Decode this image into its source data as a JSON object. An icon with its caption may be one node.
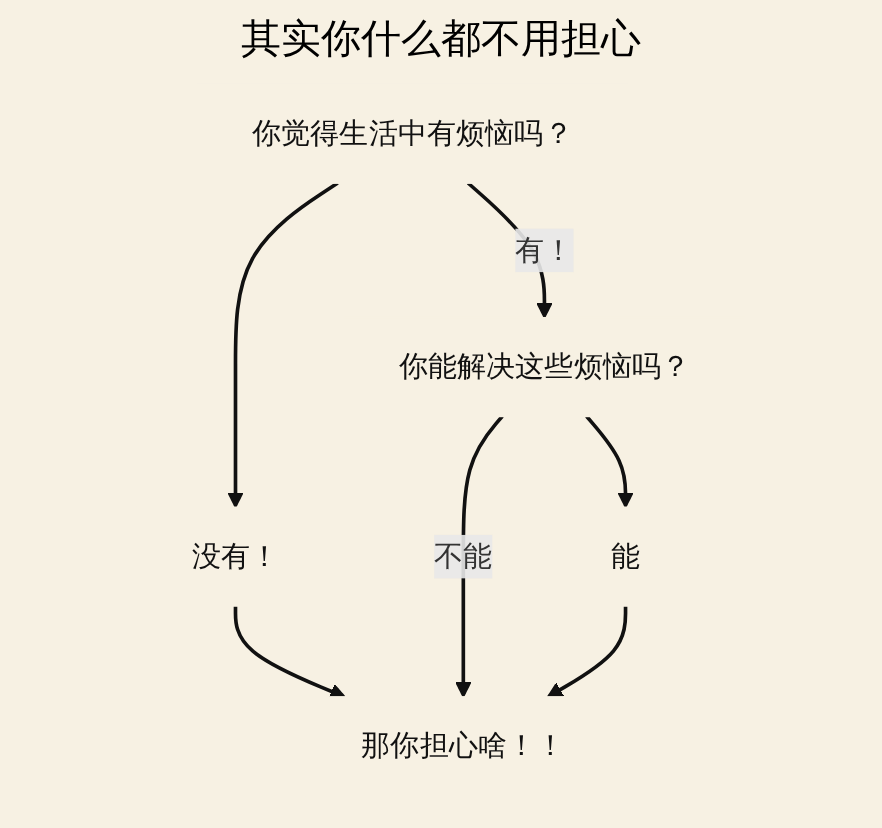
{
  "diagram": {
    "title": "其实你什么都不用担心",
    "nodes": [
      {
        "text": [
          "你觉得生活中有烦恼吗？"
        ]
      },
      {
        "text": [
          "没有！"
        ]
      },
      {
        "text": [
          "那你担心啥！！"
        ]
      },
      {
        "text": [
          "你能解决这些烦恼吗？"
        ]
      },
      {
        "text": [
          "能"
        ]
      }
    ],
    "edges": [
      {
        "from": 0,
        "to": 1,
        "arrow": "to"
      },
      {
        "from": 1,
        "to": 2,
        "arrow": "to"
      },
      {
        "from": 0,
        "to": 3,
        "arrow": "to",
        "label": "有！"
      },
      {
        "from": 3,
        "to": 2,
        "arrow": "to",
        "label": "不能"
      },
      {
        "from": 3,
        "to": 4,
        "arrow": "to"
      },
      {
        "from": 4,
        "to": 2,
        "arrow": "to"
      }
    ]
  }
}
